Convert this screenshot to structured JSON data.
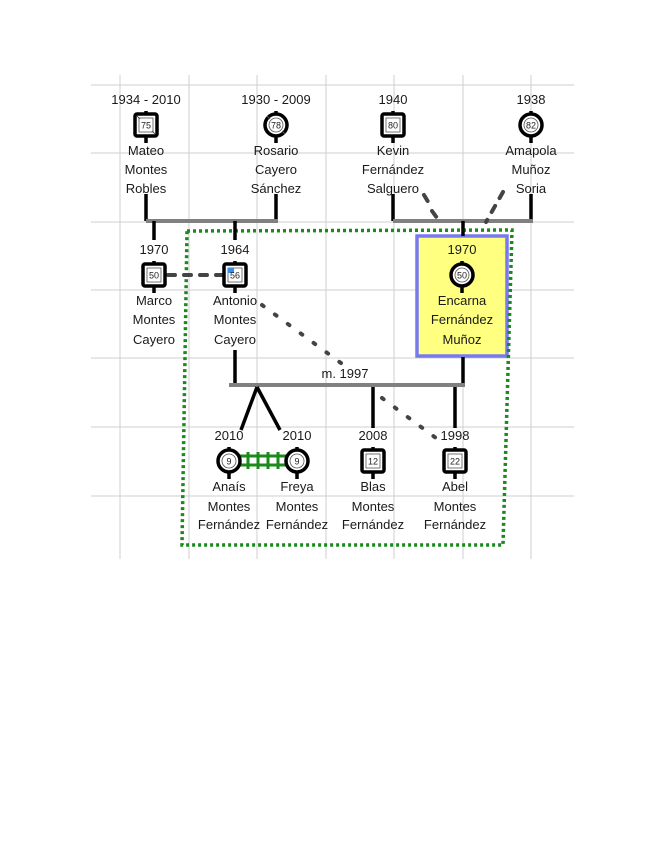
{
  "diagram": {
    "type": "genogram",
    "marriage_label": "m. 1997",
    "colors": {
      "highlight_fill": "#ffff80",
      "highlight_border": "#7878f0",
      "group_border": "#1a8a1a",
      "twin_link": "#1a8a1a",
      "union_line": "#808080",
      "grid": "#cfcfcf"
    },
    "people": [
      {
        "id": "mateo",
        "years": "1934 - 2010",
        "age": "75",
        "sex": "male",
        "deceased": true,
        "name": [
          "Mateo",
          "Montes",
          "Robles"
        ]
      },
      {
        "id": "rosario",
        "years": "1930 - 2009",
        "age": "78",
        "sex": "female",
        "deceased": true,
        "name": [
          "Rosario",
          "Cayero",
          "Sánchez"
        ]
      },
      {
        "id": "kevin",
        "years": "1940",
        "age": "80",
        "sex": "male",
        "deceased": false,
        "name": [
          "Kevin",
          "Fernández",
          "Salguero"
        ]
      },
      {
        "id": "amapola",
        "years": "1938",
        "age": "82",
        "sex": "female",
        "deceased": false,
        "name": [
          "Amapola",
          "Muñoz",
          "Soria"
        ]
      },
      {
        "id": "marco",
        "years": "1970",
        "age": "50",
        "sex": "male",
        "deceased": false,
        "name": [
          "Marco",
          "Montes",
          "Cayero"
        ]
      },
      {
        "id": "antonio",
        "years": "1964",
        "age": "56",
        "sex": "male",
        "deceased": false,
        "name": [
          "Antonio",
          "Montes",
          "Cayero"
        ]
      },
      {
        "id": "encarna",
        "years": "1970",
        "age": "50",
        "sex": "female",
        "deceased": false,
        "highlighted": true,
        "name": [
          "Encarna",
          "Fernández",
          "Muñoz"
        ]
      },
      {
        "id": "anais",
        "years": "2010",
        "age": "9",
        "sex": "female",
        "deceased": false,
        "name": [
          "Anaís",
          "Montes",
          "Fernández"
        ]
      },
      {
        "id": "freya",
        "years": "2010",
        "age": "9",
        "sex": "female",
        "deceased": false,
        "name": [
          "Freya",
          "Montes",
          "Fernández"
        ]
      },
      {
        "id": "blas",
        "years": "2008",
        "age": "12",
        "sex": "male",
        "deceased": false,
        "name": [
          "Blas",
          "Montes",
          "Fernández"
        ]
      },
      {
        "id": "abel",
        "years": "1998",
        "age": "22",
        "sex": "male",
        "deceased": false,
        "name": [
          "Abel",
          "Montes",
          "Fernández"
        ]
      }
    ],
    "relationships": [
      {
        "type": "union",
        "partners": [
          "mateo",
          "rosario"
        ],
        "children": [
          "marco",
          "antonio"
        ]
      },
      {
        "type": "union",
        "partners": [
          "kevin",
          "amapola"
        ],
        "children": [
          "encarna"
        ]
      },
      {
        "type": "marriage",
        "partners": [
          "antonio",
          "encarna"
        ],
        "label": "m. 1997",
        "children": [
          "anais",
          "freya",
          "blas",
          "abel"
        ]
      },
      {
        "type": "twins",
        "members": [
          "anais",
          "freya"
        ],
        "identical": true
      },
      {
        "type": "distant",
        "between": [
          "marco",
          "antonio"
        ]
      },
      {
        "type": "distant",
        "between": [
          "kevin",
          "encarna"
        ]
      },
      {
        "type": "distant",
        "between": [
          "amapola",
          "encarna"
        ]
      },
      {
        "type": "conflict-dotted",
        "between": [
          "antonio",
          "abel"
        ]
      }
    ],
    "household_group": [
      "antonio",
      "encarna",
      "anais",
      "freya",
      "blas",
      "abel"
    ]
  }
}
